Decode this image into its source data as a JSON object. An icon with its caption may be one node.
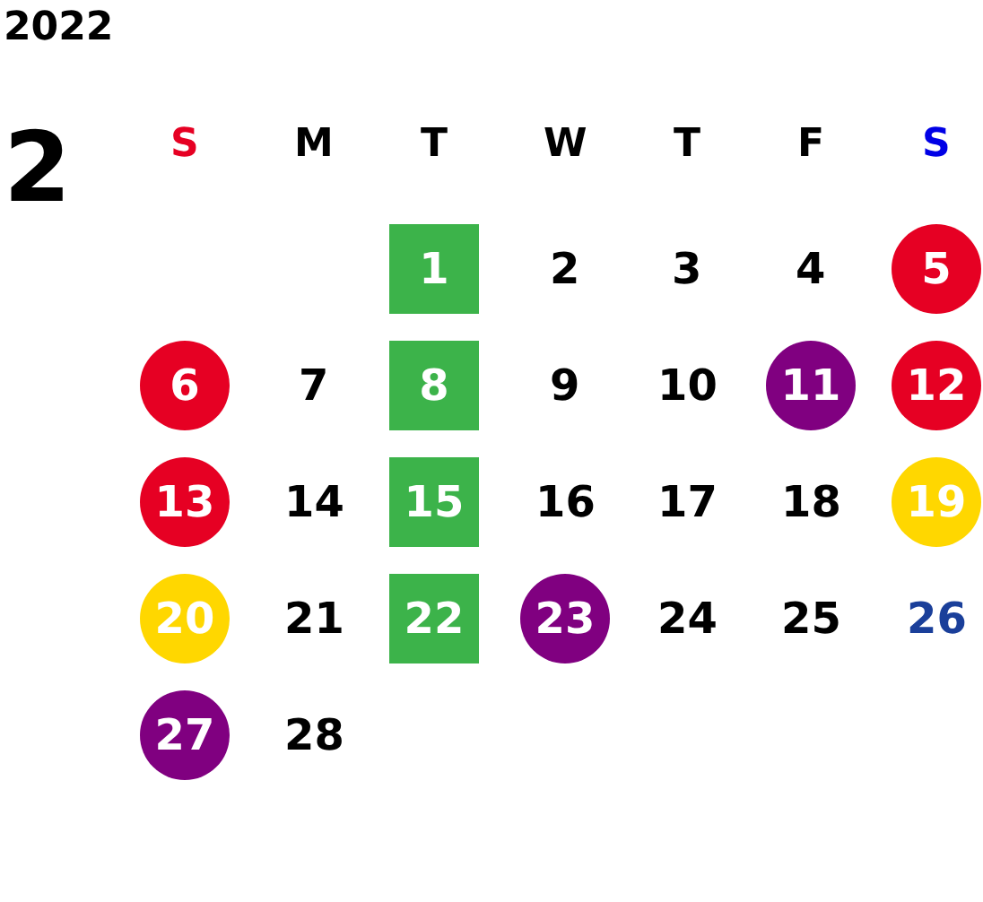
{
  "diagram": {
    "title": "2022",
    "nodes": [
      {
        "text": [
          "1"
        ]
      },
      {
        "text": [
          "5"
        ]
      },
      {
        "text": [
          "6"
        ]
      },
      {
        "text": [
          "8"
        ]
      },
      {
        "text": [
          "11"
        ]
      },
      {
        "text": [
          "12"
        ]
      },
      {
        "text": [
          "13"
        ]
      },
      {
        "text": [
          "15"
        ]
      },
      {
        "text": [
          "19"
        ]
      },
      {
        "text": [
          "20"
        ]
      },
      {
        "text": [
          "22"
        ]
      },
      {
        "text": [
          "23"
        ]
      },
      {
        "text": [
          "27"
        ]
      }
    ],
    "labels": [
      "2",
      "S",
      "M",
      "T",
      "W",
      "T",
      "F",
      "S",
      "2",
      "3",
      "4",
      "7",
      "9",
      "10",
      "14",
      "16",
      "17",
      "18",
      "21",
      "24",
      "25",
      "26",
      "28"
    ]
  }
}
